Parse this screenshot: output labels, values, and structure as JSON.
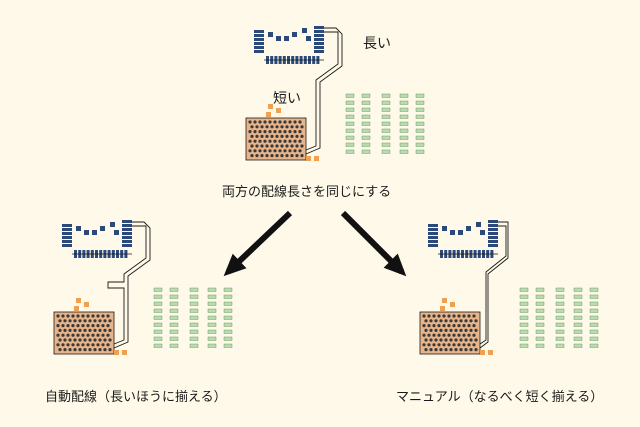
{
  "labels": {
    "long": "長い",
    "short": "短い",
    "caption": "両方の配線長さを同じにする",
    "auto": "自動配線（長いほうに揃える）",
    "manual": "マニュアル（なるべく短く揃える）"
  },
  "colors": {
    "background": "#fef9e8",
    "trace": "#1a1a1a",
    "ic_pad": "#2b4a7a",
    "bga_fill": "#e8b48a",
    "bga_ball": "#3a3a3a",
    "orange_pad": "#f0a050",
    "green_pad": "#b8dcb0",
    "arrow": "#111111"
  }
}
